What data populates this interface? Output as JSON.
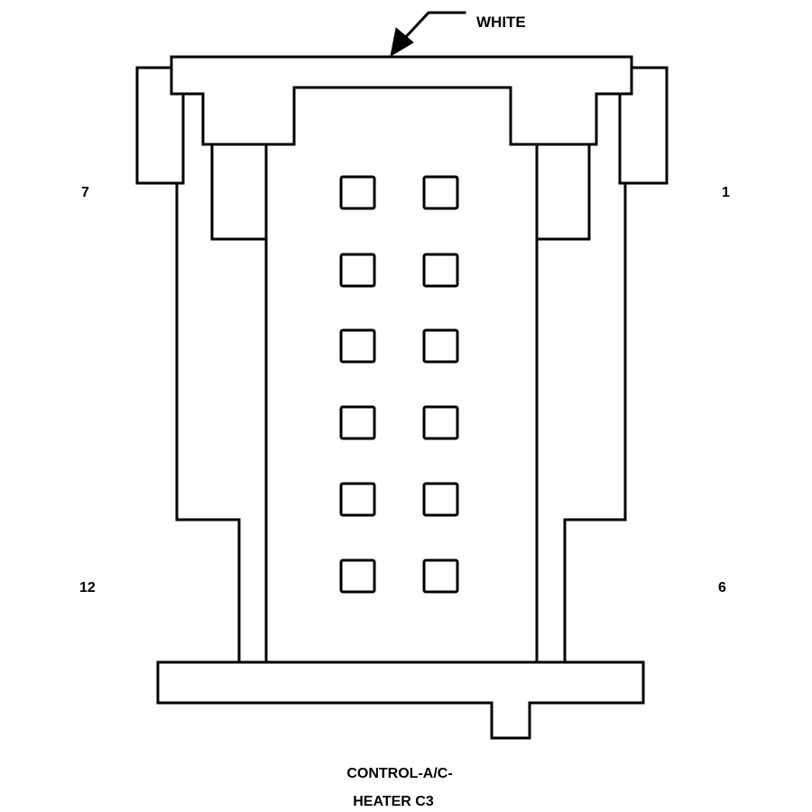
{
  "connector": {
    "color_label": "WHITE",
    "pin_labels": {
      "top_left": "7",
      "top_right": "1",
      "bottom_left": "12",
      "bottom_right": "6"
    },
    "cavity_count": 12,
    "caption": {
      "line1": "CONTROL-A/C-",
      "line2": "HEATER C3"
    }
  },
  "colors": {
    "stroke": "#000000",
    "background": "#ffffff"
  }
}
